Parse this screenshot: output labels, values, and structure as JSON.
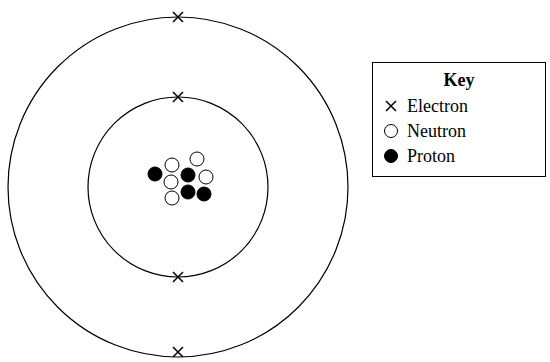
{
  "diagram": {
    "labels": [
      "Key"
    ],
    "legend": [
      {
        "text": "Electron"
      },
      {
        "text": "Neutron"
      },
      {
        "text": "Proton"
      }
    ]
  }
}
